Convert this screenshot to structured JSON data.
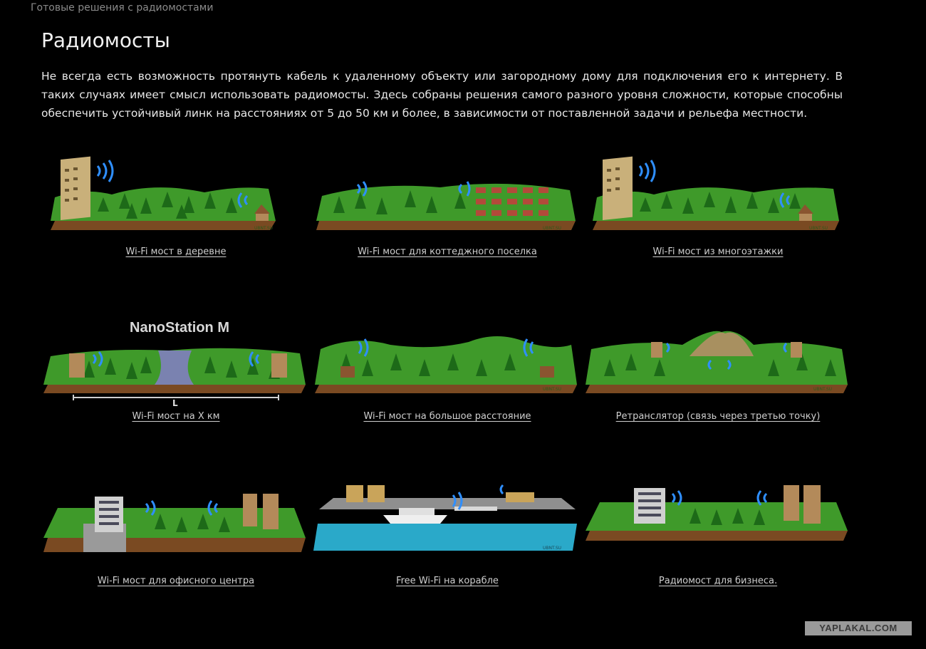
{
  "breadcrumb": "Готовые решения с радиомостами",
  "page_title": "Радиомосты",
  "intro": "Не всегда есть возможность протянуть кабель к удаленному объекту или загородному дому для подключения его к интернету. В таких случаях имеет смысл использовать радиомосты. Здесь собраны решения самого разного уровня сложности, которые способны обеспечить устойчивый линк на расстояниях от 5 до 50 км и более, в зависимости от поставленной задачи и рельефа местности.",
  "solutions": [
    {
      "label": "Wi-Fi мост в деревне",
      "illustration": "village"
    },
    {
      "label": "Wi-Fi мост для коттеджного поселка",
      "illustration": "cottages"
    },
    {
      "label": "Wi-Fi мост из многоэтажки",
      "illustration": "highrise"
    },
    {
      "label": "Wi-Fi мост на X км",
      "illustration": "distance-river"
    },
    {
      "label": "Wi-Fi мост на большое расстояние",
      "illustration": "hills"
    },
    {
      "label": "Ретранслятор (связь через третью точку)",
      "illustration": "mountain-relay"
    },
    {
      "label": "Wi-Fi мост для офисного центра",
      "illustration": "office"
    },
    {
      "label": "Free Wi-Fi на корабле",
      "illustration": "ship"
    },
    {
      "label": "Радиомост для бизнеса.",
      "illustration": "business"
    }
  ],
  "illustration_text": {
    "brand": "NanoStation M",
    "distance_label": "L",
    "site_mark": "UBNT.SU"
  },
  "watermark": "YAPLAKAL.COM",
  "colors": {
    "background": "#000000",
    "grass": "#3f9a2a",
    "signal": "#2f8fff",
    "water": "#2aa9c9"
  }
}
